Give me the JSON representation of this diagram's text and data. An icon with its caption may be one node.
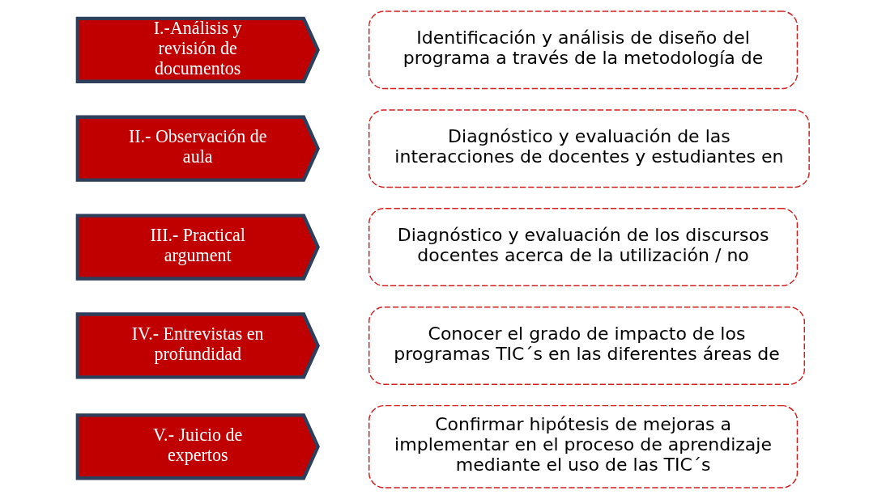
{
  "diagram": {
    "nodes": [
      {
        "text": [
          "I.-Análisis y revisión de documentos"
        ]
      },
      {
        "text": [
          "II.- Observación de aula"
        ]
      },
      {
        "text": [
          "III.- Practical argument"
        ]
      },
      {
        "text": [
          "IV.- Entrevistas en profundidad"
        ]
      },
      {
        "text": [
          "V.- Juicio de expertos"
        ]
      },
      {
        "text": [
          "Identificación y análisis de diseño del programa a través de la metodología de"
        ]
      },
      {
        "text": [
          "Diagnóstico y evaluación de las interacciones de docentes y estudiantes en"
        ]
      },
      {
        "text": [
          "Diagnóstico y evaluación de los discursos docentes acerca de la utilización / no"
        ]
      },
      {
        "text": [
          "Conocer el grado de impacto de los programas TIC´s en las diferentes áreas de"
        ]
      },
      {
        "text": [
          "Confirmar hipótesis de mejoras a implementar en el proceso de aprendizaje mediante el uso de las TIC´s"
        ]
      }
    ]
  }
}
